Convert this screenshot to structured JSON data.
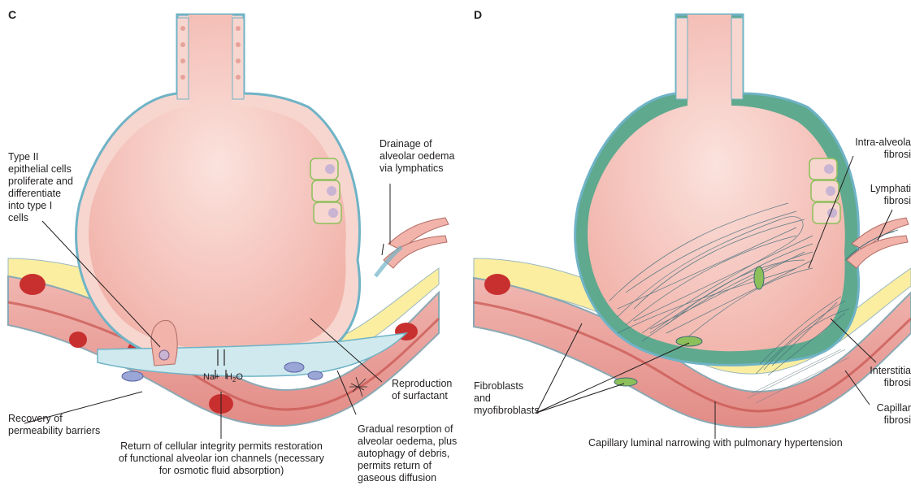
{
  "panels": [
    {
      "letter": "C",
      "labels": {
        "type2": "Type II\nepithelial cells\nproliferate and\ndifferentiate\ninto type I\ncells",
        "drainage": "Drainage of\nalveolar oedema\nvia lymphatics",
        "recovery": "Recovery of\npermeability barriers",
        "reproduction": "Reproduction\nof surfactant",
        "gradual": "Gradual resorption of\nalveolar oedema, plus\nautophagy of debris,\npermits return of\ngaseous diffusion",
        "return": "Return of cellular integrity permits restoration\nof functional alveolar ion channels (necessary\nfor osmotic fluid absorption)",
        "na": "Na+",
        "h2o": "H",
        "h2o_sub": "2",
        "h2o_o": "O"
      }
    },
    {
      "letter": "D",
      "labels": {
        "intra": "Intra-alveola\nfibrosi",
        "lymphatic": "Lymphati\nfibrosi",
        "interstitial": "Interstitia\nfibrosi",
        "capillary": "Capillar\nfibrosi",
        "fibroblasts": "Fibroblasts\nand\nmyofibroblasts",
        "narrowing": "Capillary luminal narrowing with pulmonary hypertension"
      }
    }
  ],
  "colors": {
    "alveolus": "#f4c4bc",
    "wall": "#f7d6cf",
    "epithelium_edge": "#6fb3c6",
    "interstitium": "#fbeea1",
    "capillary": "#e79b96",
    "capillary_dark": "#c7524f",
    "oedema": "#cfe9ee",
    "fibrosis": "#3f6b78",
    "cell_nucleus": "#c9b4d3"
  }
}
